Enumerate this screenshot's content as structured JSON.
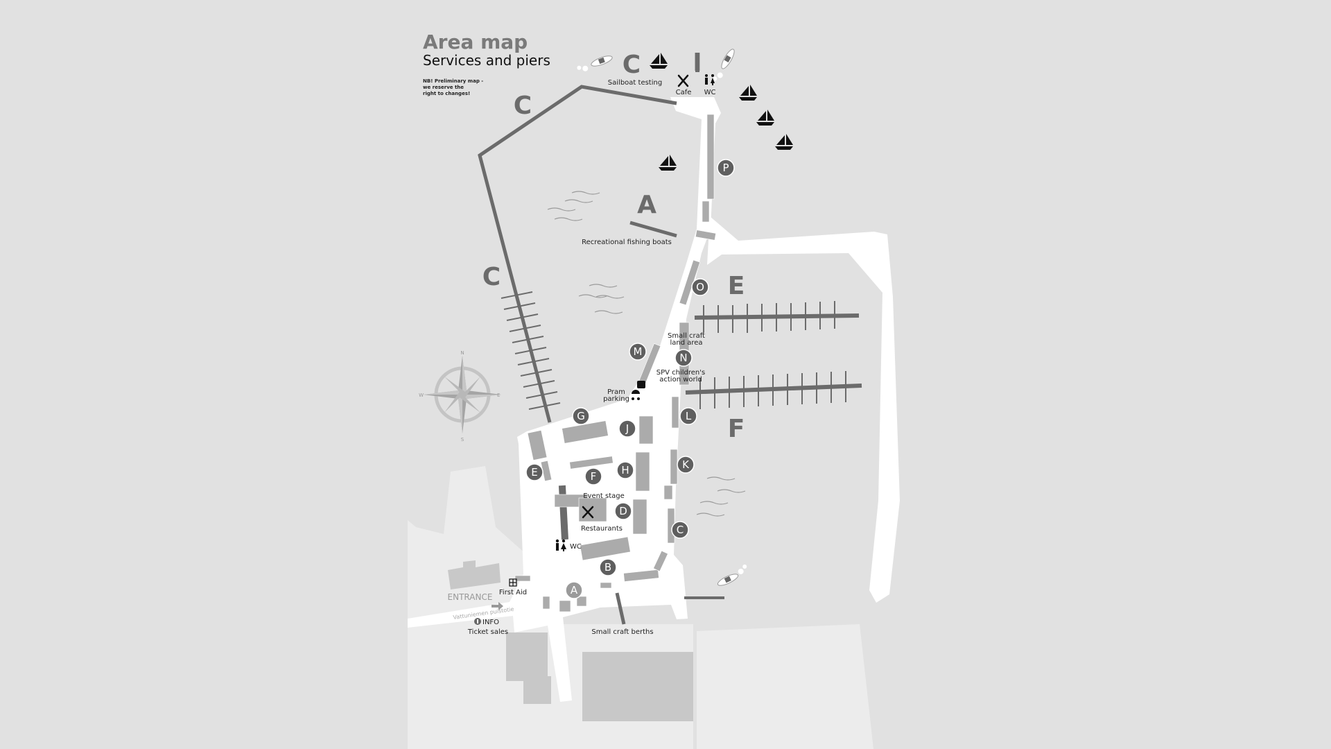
{
  "header": {
    "title": "Area map",
    "subtitle": "Services and piers",
    "notice": [
      "NB! Preliminary map -",
      "we reserve the",
      "right to changes!"
    ]
  },
  "piers": {
    "c": "C",
    "i": "I",
    "a": "A",
    "e": "E",
    "f": "F"
  },
  "zones": {
    "p": "P",
    "o": "O",
    "m": "M",
    "n": "N",
    "l": "L",
    "g": "G",
    "j": "J",
    "k": "K",
    "e": "E",
    "f": "F",
    "h": "H",
    "d": "D",
    "c": "C",
    "b": "B",
    "a": "A"
  },
  "labels": {
    "sailboat_testing": "Sailboat testing",
    "cafe": "Cafe",
    "wc": "WC",
    "recreational_fishing": "Recreational fishing boats",
    "small_craft_land_1": "Small craft",
    "small_craft_land_2": "land area",
    "spv_1": "SPV children's",
    "spv_2": "action world",
    "pram_1": "Pram",
    "pram_2": "parking",
    "event_stage": "Event stage",
    "restaurants": "Restaurants",
    "wc2": "WC",
    "first_aid": "First Aid",
    "entrance": "ENTRANCE",
    "road": "Vattuniemen puistotie",
    "info": "INFO",
    "ticket_sales": "Ticket sales",
    "small_craft_berths": "Small craft berths"
  },
  "compass": {
    "n": "N",
    "e": "E",
    "s": "S",
    "w": "W"
  },
  "colors": {
    "water": "#e1e1e1",
    "land": "#ececec",
    "walkway": "#ffffff",
    "pier": "#6b6b6b",
    "marker": "#5f5f5f"
  }
}
